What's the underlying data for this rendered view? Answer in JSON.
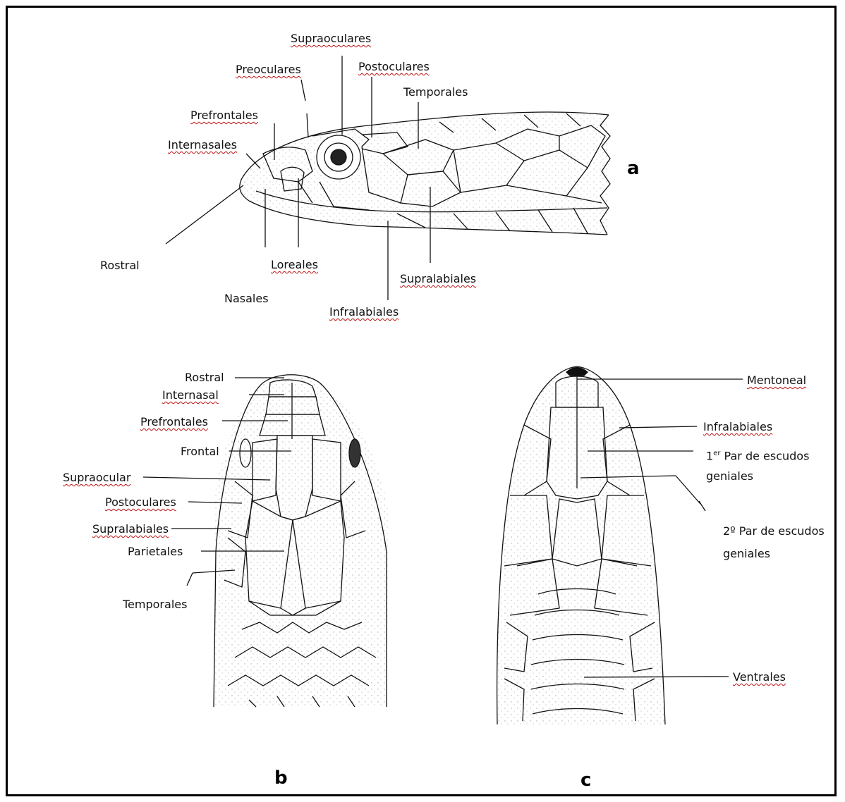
{
  "view_a": {
    "letter": "a",
    "labels": {
      "supraoculares": "Supraoculares",
      "preoculares": "Preoculares",
      "postoculares": "Postoculares",
      "temporales": "Temporales",
      "prefrontales": "Prefrontales",
      "internasales": "Internasales",
      "rostral": "Rostral",
      "loreales": "Loreales",
      "nasales": "Nasales",
      "supralabiales": "Supralabiales",
      "infralabiales": "Infralabiales"
    }
  },
  "view_b": {
    "letter": "b",
    "labels": {
      "rostral": "Rostral",
      "internasal": "Internasal",
      "prefrontales": "Prefrontales",
      "frontal": "Frontal",
      "supraocular": "Supraocular",
      "postoculares": "Postoculares",
      "supralabiales": "Supralabiales",
      "parietales": "Parietales",
      "temporales": "Temporales"
    }
  },
  "view_c": {
    "letter": "c",
    "labels": {
      "mentoneal": "Mentoneal",
      "infralabiales": "Infralabiales",
      "par1_ordinal": "1",
      "par1_sup": "er",
      "par1_text": "Par de escudos",
      "par1_line2": "geniales",
      "par2_text": "2º Par de escudos",
      "par2_line2": "geniales",
      "ventrales": "Ventrales"
    }
  }
}
